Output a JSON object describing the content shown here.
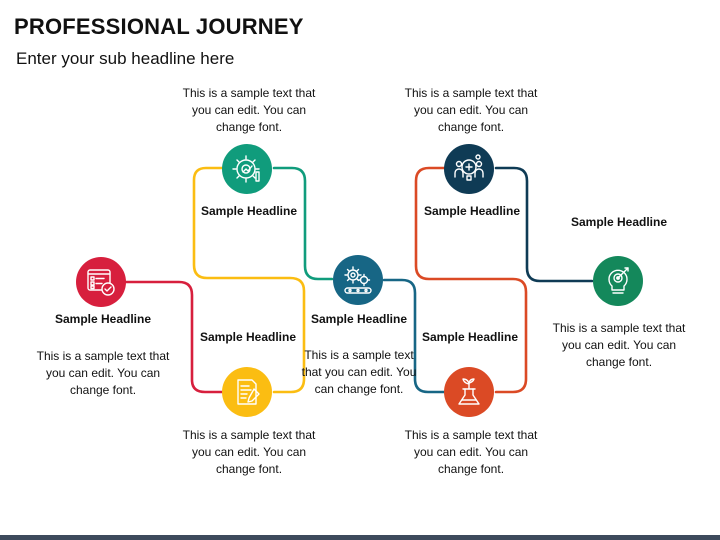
{
  "slide": {
    "title": "PROFESSIONAL JOURNEY",
    "subtitle": "Enter your sub headline here"
  },
  "colors": {
    "red": "#d71f3d",
    "gold": "#fbbd12",
    "green": "#109c7c",
    "blue": "#176685",
    "orange": "#db4a25",
    "navy": "#0f3b55",
    "dark_green": "#14885b",
    "bar": "#3d4a5c"
  },
  "steps": [
    {
      "headline": "Sample Headline",
      "description": "This is a sample text that you can edit. You can change font.",
      "icon": "checklist-board-icon",
      "color": "#d71f3d"
    },
    {
      "headline": "Sample Headline",
      "description": "This is a sample text that you can edit. You can change font.",
      "icon": "gear-growth-icon",
      "color": "#109c7c"
    },
    {
      "headline": "Sample Headline",
      "description": "This is a sample text that you can edit. You can change font.",
      "icon": "document-pen-icon",
      "color": "#fbbd12"
    },
    {
      "headline": "Sample Headline",
      "description": "This is a sample text that you can edit. You can change font.",
      "icon": "gears-conveyor-icon",
      "color": "#176685"
    },
    {
      "headline": "Sample Headline",
      "description": "This is a sample text that you can edit. You can change font.",
      "icon": "team-idea-icon",
      "color": "#0f3b55"
    },
    {
      "headline": "Sample Headline",
      "description": "This is a sample text that you can edit. You can change font.",
      "icon": "flask-plant-icon",
      "color": "#db4a25"
    },
    {
      "headline": "Sample Headline",
      "description": "This is a sample text that you can edit. You can change font.",
      "icon": "target-bulb-icon",
      "color": "#14885b"
    }
  ]
}
